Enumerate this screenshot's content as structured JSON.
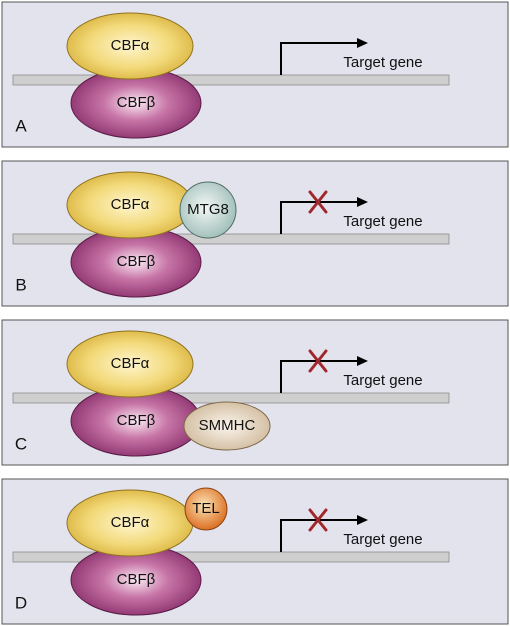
{
  "colors": {
    "panel_fill": "#e3e3ee",
    "panel_stroke": "#555555",
    "dna_fill": "#cfcfcf",
    "cbf_alpha": "#e8c85a",
    "cbf_beta": "#9b3f7e",
    "mtg8": "#a8c4bf",
    "smmhc": "#d6c2a6",
    "tel": "#e07a2a",
    "block_mark": "#a0282c"
  },
  "icons": {
    "transcription_start": "arrow-right-icon",
    "blocked": "x-mark-icon"
  },
  "panels": [
    {
      "letter": "A",
      "cbf_alpha_label": "CBFα",
      "cbf_beta_label": "CBFβ",
      "target_label": "Target gene",
      "partner_label": "",
      "partner_kind": "none",
      "blocked": false
    },
    {
      "letter": "B",
      "cbf_alpha_label": "CBFα",
      "cbf_beta_label": "CBFβ",
      "target_label": "Target gene",
      "partner_label": "MTG8",
      "partner_kind": "mtg8",
      "blocked": true
    },
    {
      "letter": "C",
      "cbf_alpha_label": "CBFα",
      "cbf_beta_label": "CBFβ",
      "target_label": "Target gene",
      "partner_label": "SMMHC",
      "partner_kind": "smmhc",
      "blocked": true
    },
    {
      "letter": "D",
      "cbf_alpha_label": "CBFα",
      "cbf_beta_label": "CBFβ",
      "target_label": "Target gene",
      "partner_label": "TEL",
      "partner_kind": "tel",
      "blocked": true
    }
  ]
}
